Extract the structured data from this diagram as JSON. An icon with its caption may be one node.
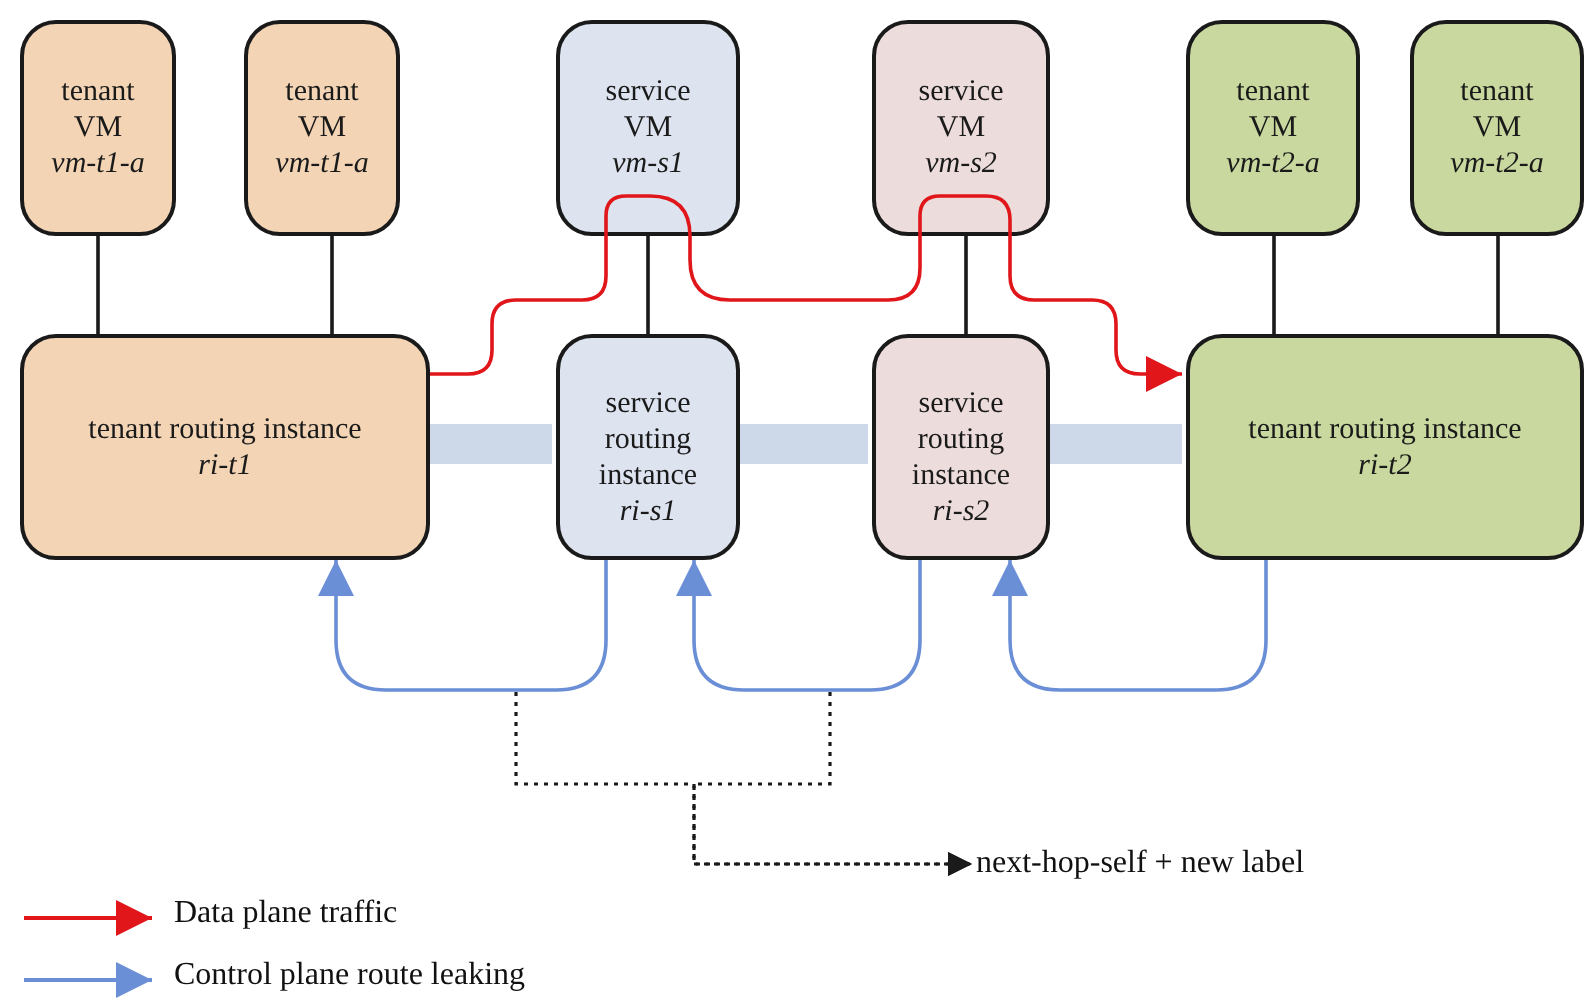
{
  "diagram": {
    "nodes": [
      {
        "text": [
          "tenant VM",
          "vm-t1-a"
        ]
      },
      {
        "text": [
          "tenant VM",
          "vm-t1-a"
        ]
      },
      {
        "text": [
          "service VM",
          "vm-s1"
        ]
      },
      {
        "text": [
          "service VM",
          "vm-s2"
        ]
      },
      {
        "text": [
          "tenant VM",
          "vm-t2-a"
        ]
      },
      {
        "text": [
          "tenant VM",
          "vm-t2-a"
        ]
      },
      {
        "text": [
          "tenant routing instance",
          "ri-t1"
        ]
      },
      {
        "text": [
          "service routing instance",
          "ri-s1"
        ]
      },
      {
        "text": [
          "service routing instance",
          "ri-s2"
        ]
      },
      {
        "text": [
          "tenant routing instance",
          "ri-t2"
        ]
      },
      {
        "text": [
          "next-hop-self + new label"
        ]
      }
    ],
    "edges": [
      {
        "from": 0,
        "to": 6,
        "arrow": "none"
      },
      {
        "from": 1,
        "to": 6,
        "arrow": "none"
      },
      {
        "from": 2,
        "to": 7,
        "arrow": "none"
      },
      {
        "from": 3,
        "to": 8,
        "arrow": "none"
      },
      {
        "from": 4,
        "to": 9,
        "arrow": "none"
      },
      {
        "from": 5,
        "to": 9,
        "arrow": "none"
      },
      {
        "from": 6,
        "to": 7,
        "arrow": "none",
        "style": "thick",
        "color": "#cdd8e8"
      },
      {
        "from": 7,
        "to": 8,
        "arrow": "none",
        "style": "thick",
        "color": "#cdd8e8"
      },
      {
        "from": 8,
        "to": 9,
        "arrow": "none",
        "style": "thick",
        "color": "#cdd8e8"
      },
      {
        "from": 6,
        "to": 2,
        "arrow": "none",
        "color": "#e0161b"
      },
      {
        "from": 2,
        "to": 3,
        "arrow": "none",
        "color": "#e0161b"
      },
      {
        "from": 3,
        "to": 9,
        "arrow": "to",
        "color": "#e0161b"
      },
      {
        "from": 7,
        "to": 6,
        "arrow": "to",
        "color": "#6b8fd6"
      },
      {
        "from": 8,
        "to": 7,
        "arrow": "to",
        "color": "#6b8fd6"
      },
      {
        "from": 9,
        "to": 8,
        "arrow": "to",
        "color": "#6b8fd6"
      },
      {
        "from": null,
        "to": 10,
        "arrow": "to",
        "style": "dashed"
      },
      {
        "from": null,
        "to": 10,
        "arrow": "to",
        "style": "dashed"
      }
    ],
    "legend": [
      {
        "text": "Data plane traffic"
      },
      {
        "text": "Control plane route leaking"
      }
    ]
  }
}
